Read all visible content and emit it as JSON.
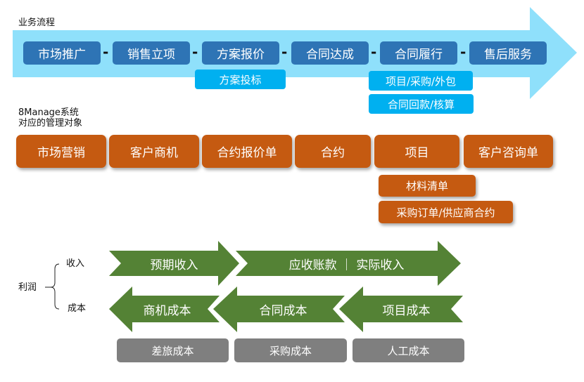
{
  "process": {
    "title": "业务流程",
    "steps": [
      "市场推广",
      "销售立项",
      "方案报价",
      "合同达成",
      "合同履行",
      "售后服务"
    ],
    "connector": "-",
    "sub_steps": {
      "quote": [
        "方案投标"
      ],
      "fulfillment": [
        "项目/采购/外包",
        "合同回款/核算"
      ]
    }
  },
  "system": {
    "title_line1": "8Manage系统",
    "title_line2": "对应的管理对象",
    "objects": [
      "市场营销",
      "客户商机",
      "合约报价单",
      "合约",
      "项目",
      "客户咨询单"
    ],
    "project_sub": [
      "材料清单",
      "采购订单/供应商合约"
    ]
  },
  "profit": {
    "label": "利润",
    "income_label": "收入",
    "cost_label": "成本",
    "income_arrows": [
      "预期收入",
      "应收账款 ｜ 实际收入"
    ],
    "cost_arrows": [
      "商机成本",
      "合同成本",
      "项目成本"
    ],
    "cost_items": [
      "差旅成本",
      "采购成本",
      "人工成本"
    ]
  },
  "colors": {
    "process_arrow": "#8fe0fb",
    "step_box": "#2e74b5",
    "sub_step_box": "#00b0f0",
    "object_box": "#c55a11",
    "profit_arrow": "#548235",
    "cost_item_box": "#7f7f7f"
  }
}
